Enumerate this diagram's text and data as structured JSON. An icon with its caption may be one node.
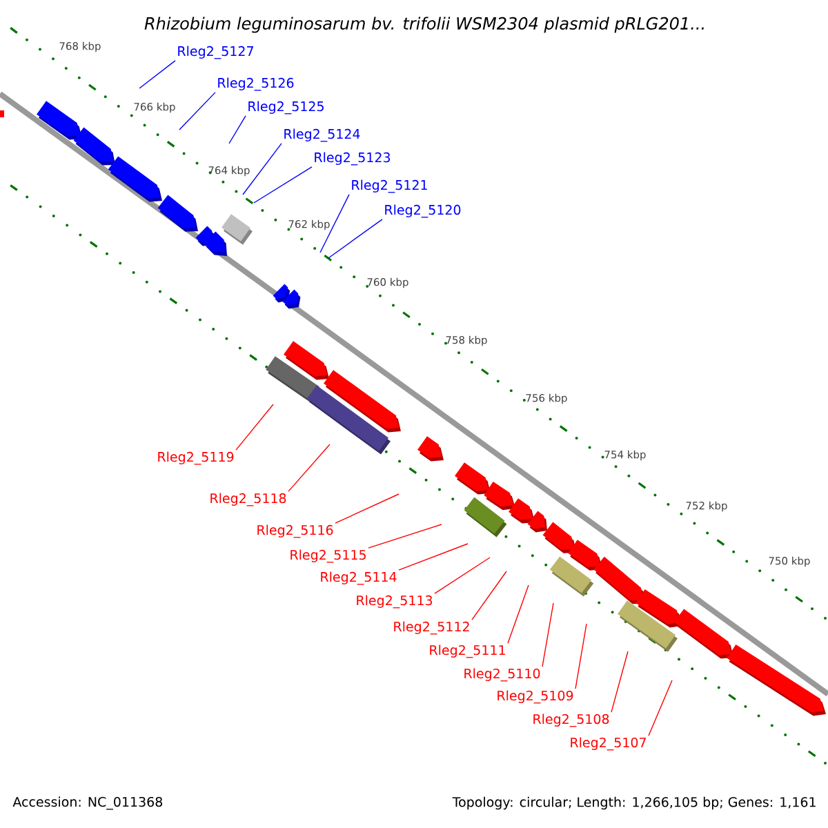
{
  "diagram": {
    "title": "Rhizobium leguminosarum bv. trifolii WSM2304 plasmid pRLG201...",
    "nodes": [
      {
        "text": [
          "Rleg2_5127"
        ]
      },
      {
        "text": [
          "Rleg2_5126"
        ]
      },
      {
        "text": [
          "Rleg2_5125"
        ]
      },
      {
        "text": [
          "Rleg2_5124"
        ]
      },
      {
        "text": [
          "Rleg2_5123"
        ]
      },
      {
        "text": [
          "Rleg2_5121"
        ]
      },
      {
        "text": [
          "Rleg2_5120"
        ]
      },
      {
        "text": [
          "Rleg2_5119"
        ]
      },
      {
        "text": [
          "Rleg2_5118"
        ]
      },
      {
        "text": [
          "Rleg2_5116"
        ]
      },
      {
        "text": [
          "Rleg2_5115"
        ]
      },
      {
        "text": [
          "Rleg2_5114"
        ]
      },
      {
        "text": [
          "Rleg2_5113"
        ]
      },
      {
        "text": [
          "Rleg2_5112"
        ]
      },
      {
        "text": [
          "Rleg2_5111"
        ]
      },
      {
        "text": [
          "Rleg2_5110"
        ]
      },
      {
        "text": [
          "Rleg2_5109"
        ]
      },
      {
        "text": [
          "Rleg2_5108"
        ]
      },
      {
        "text": [
          "Rleg2_5107"
        ]
      }
    ],
    "edges": [
      {
        "from": 0,
        "to": null,
        "arrow": "none",
        "color": "#0000ff"
      },
      {
        "from": 1,
        "to": null,
        "arrow": "none",
        "color": "#0000ff"
      },
      {
        "from": 2,
        "to": null,
        "arrow": "none",
        "color": "#0000ff"
      },
      {
        "from": 3,
        "to": null,
        "arrow": "none",
        "color": "#0000ff"
      },
      {
        "from": 4,
        "to": null,
        "arrow": "none",
        "color": "#0000ff"
      },
      {
        "from": 5,
        "to": null,
        "arrow": "none",
        "color": "#0000ff"
      },
      {
        "from": 6,
        "to": null,
        "arrow": "none",
        "color": "#0000ff"
      },
      {
        "from": 7,
        "to": null,
        "arrow": "none"
      },
      {
        "from": 8,
        "to": null,
        "arrow": "none"
      },
      {
        "from": 9,
        "to": null,
        "arrow": "none"
      },
      {
        "from": 10,
        "to": null,
        "arrow": "none"
      },
      {
        "from": 11,
        "to": null,
        "arrow": "none"
      },
      {
        "from": 12,
        "to": null,
        "arrow": "none"
      },
      {
        "from": 13,
        "to": null,
        "arrow": "none"
      },
      {
        "from": 14,
        "to": null,
        "arrow": "none"
      },
      {
        "from": 15,
        "to": null,
        "arrow": "none"
      },
      {
        "from": 16,
        "to": null,
        "arrow": "none"
      },
      {
        "from": 17,
        "to": null,
        "arrow": "none"
      },
      {
        "from": 18,
        "to": null,
        "arrow": "none"
      }
    ],
    "labels": [
      "768 kbp",
      "766 kbp",
      "764 kbp",
      "762 kbp",
      "760 kbp",
      "758 kbp",
      "756 kbp",
      "754 kbp",
      "752 kbp",
      "750 kbp",
      "Accession: NC_011368",
      "Topology: circular; Length: 1,266,105 bp; Genes: 1,161"
    ]
  }
}
